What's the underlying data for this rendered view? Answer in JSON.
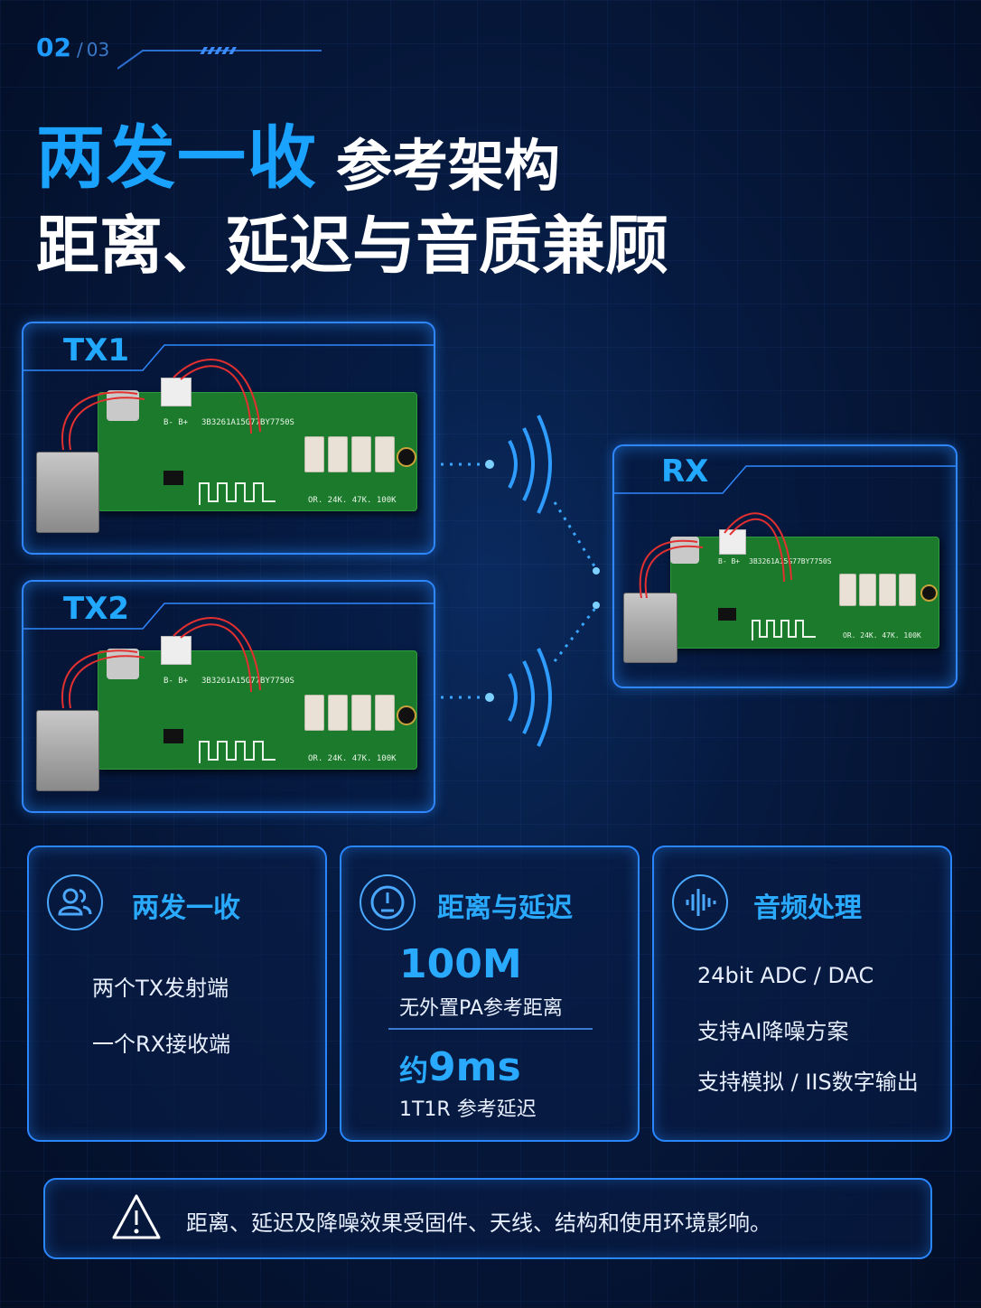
{
  "pager": {
    "current": "02",
    "separator": "/",
    "total": "03"
  },
  "title": {
    "highlight": "两发一收",
    "rest": "参考架构",
    "line2": "距离、延迟与音质兼顾"
  },
  "boards": {
    "tx1_label": "TX1",
    "tx2_label": "TX2",
    "rx_label": "RX",
    "pcb_serial": "3B3261A15G77BY7750S",
    "pcb_values": "OR. 24K. 47K. 100K",
    "pcb_pins": "B- B+"
  },
  "cards": {
    "c1": {
      "title": "两发一收",
      "icon": "users-icon",
      "line1": "两个TX发射端",
      "line2": "一个RX接收端"
    },
    "c2": {
      "title": "距离与延迟",
      "icon": "timer-icon",
      "big1": "100M",
      "sub1": "无外置PA参考距离",
      "big2_prefix": "约",
      "big2": "9ms",
      "sub2": "1T1R 参考延迟"
    },
    "c3": {
      "title": "音频处理",
      "icon": "waveform-icon",
      "line1": "24bit ADC / DAC",
      "line2": "支持AI降噪方案",
      "line3": "支持模拟 / IIS数字输出"
    }
  },
  "notice": {
    "icon": "warning-icon",
    "text": "距离、延迟及降噪效果受固件、天线、结构和使用环境影响。"
  },
  "colors": {
    "accent": "#1aa2ff",
    "background": "#04102a",
    "board_green": "#1c7a2c"
  }
}
